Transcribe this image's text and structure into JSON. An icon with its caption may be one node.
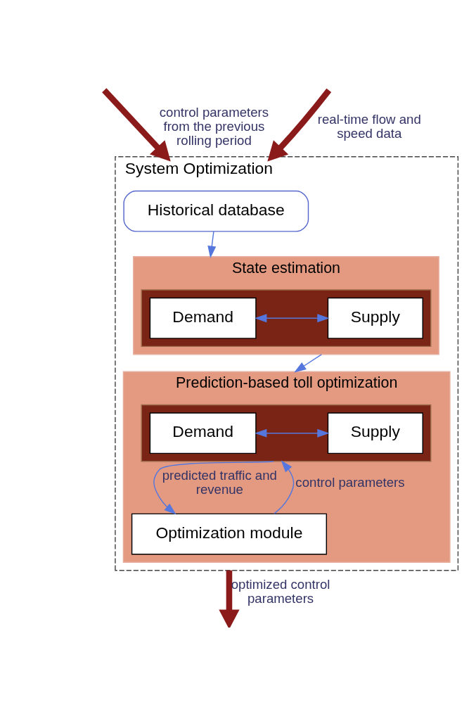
{
  "diagram": {
    "nodes": [
      {
        "text": [
          "System Optimization"
        ]
      },
      {
        "text": [
          "Historical database"
        ],
        "in": 0
      },
      {
        "text": [
          "State estimation"
        ],
        "in": 0
      },
      {
        "text": [],
        "shape": "box",
        "in": 2
      },
      {
        "text": [
          "Demand"
        ],
        "in": 3
      },
      {
        "text": [
          "Supply"
        ],
        "in": 3
      },
      {
        "text": [
          "Prediction-based toll optimization"
        ],
        "in": 0
      },
      {
        "text": [],
        "shape": "box",
        "in": 6
      },
      {
        "text": [
          "Demand"
        ],
        "in": 7
      },
      {
        "text": [
          "Supply"
        ],
        "in": 7
      },
      {
        "text": [
          "Optimization module"
        ],
        "in": 6
      }
    ],
    "edges": [
      {
        "from": null,
        "to": 0,
        "arrow": "to",
        "label": "control parameters from the previous rolling period",
        "style": "thick",
        "color": "#8b1a1a"
      },
      {
        "from": null,
        "to": 0,
        "arrow": "to",
        "label": "real-time flow and speed data",
        "style": "thick",
        "color": "#8b1a1a"
      },
      {
        "from": 1,
        "to": 2,
        "arrow": "to"
      },
      {
        "from": 4,
        "to": 5,
        "arrow": "both"
      },
      {
        "from": 2,
        "to": 6,
        "arrow": "to"
      },
      {
        "from": 8,
        "to": 9,
        "arrow": "both"
      },
      {
        "from": 7,
        "to": 10,
        "arrow": "to",
        "label": "predicted traffic and revenue"
      },
      {
        "from": 10,
        "to": 7,
        "arrow": "to",
        "label": "control parameters"
      },
      {
        "from": 0,
        "to": null,
        "arrow": "to",
        "label": "optimized control parameters",
        "style": "thick",
        "color": "#8b1a1a"
      }
    ]
  }
}
